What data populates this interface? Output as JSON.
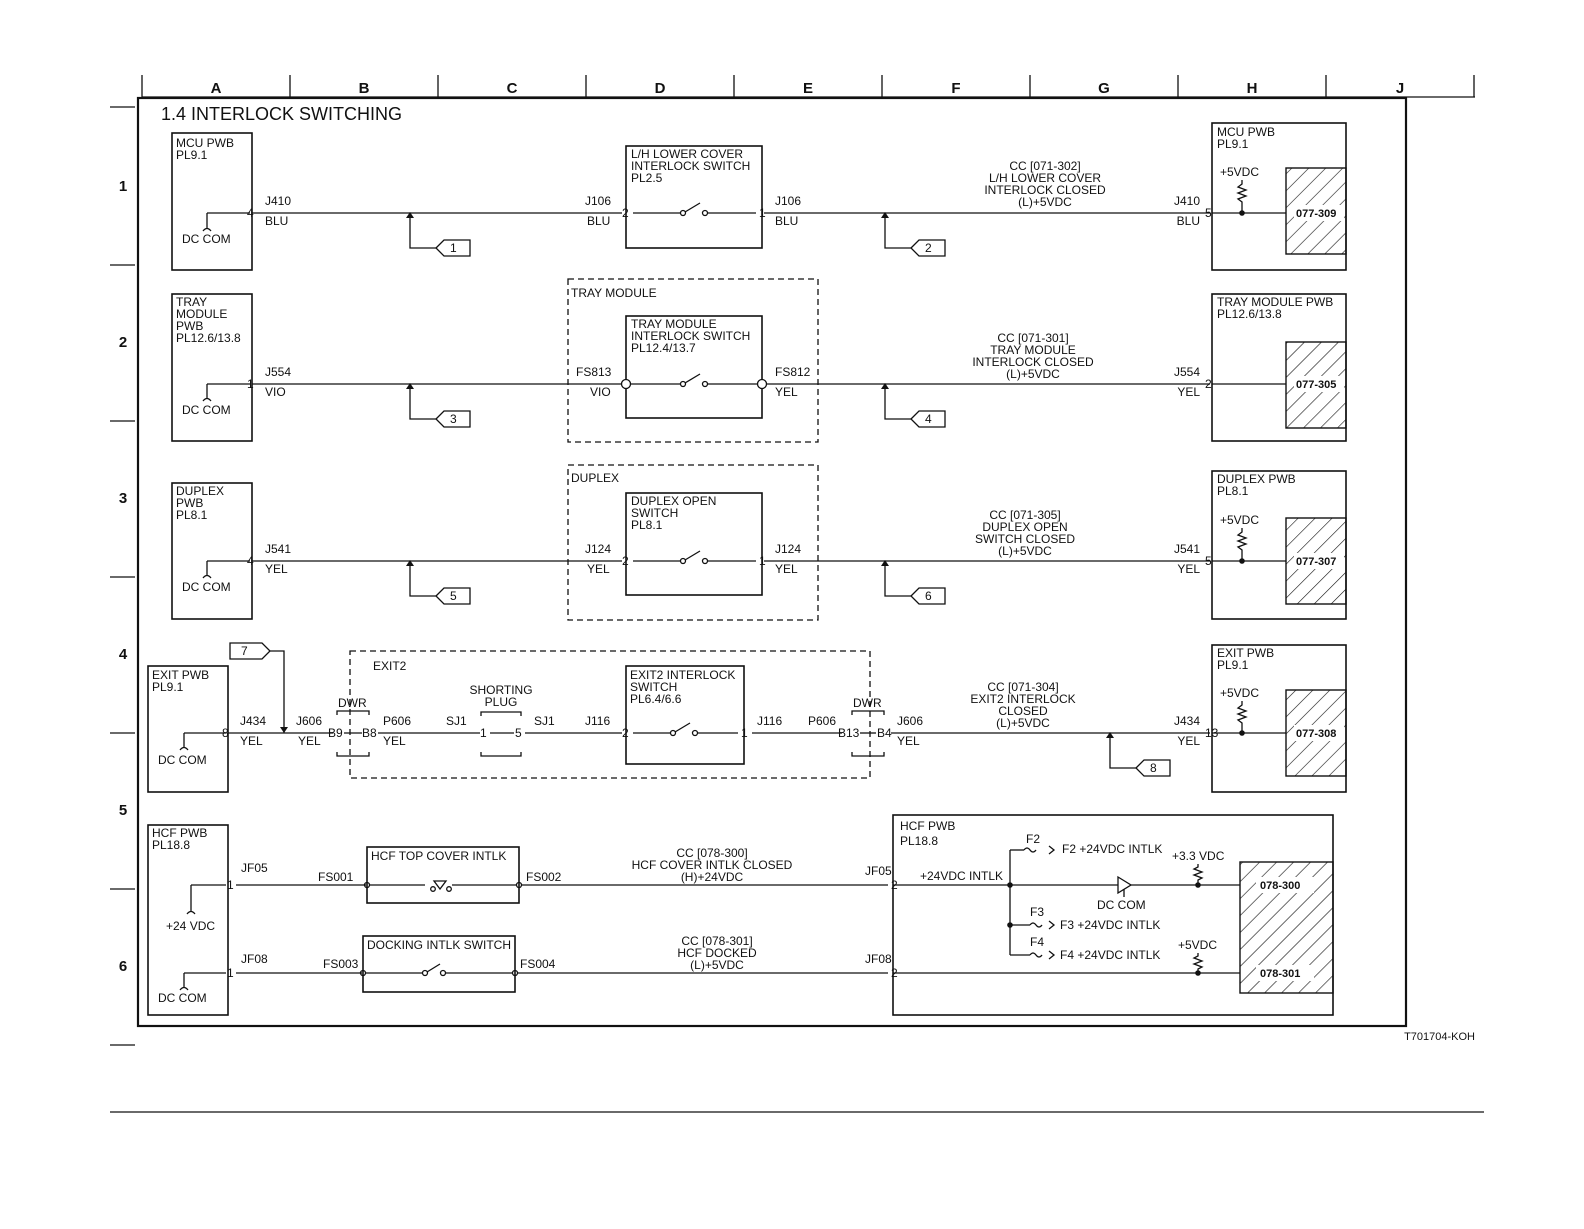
{
  "title": "1.4 INTERLOCK SWITCHING",
  "footer_code": "T701704-KOH",
  "columns": [
    "A",
    "B",
    "C",
    "D",
    "E",
    "F",
    "G",
    "H",
    "J"
  ],
  "rows": [
    "1",
    "2",
    "3",
    "4",
    "5",
    "6"
  ],
  "circuits": [
    {
      "left_board": "MCU PWB",
      "left_board_pl": "PL9.1",
      "left_ground": "DC COM",
      "left_pin": "4",
      "left_conn": "J410",
      "left_wire": "BLU",
      "switch_name": "L/H LOWER COVER",
      "switch_name2": "INTERLOCK SWITCH",
      "switch_pl": "PL2.5",
      "switch_conn_left": "J106",
      "switch_pin_left": "2",
      "switch_wire_left": "BLU",
      "switch_conn_right": "J106",
      "switch_pin_right": "1",
      "switch_wire_right": "BLU",
      "cc_code": "CC [071-302]",
      "cc_line2": "L/H LOWER COVER",
      "cc_line3": "INTERLOCK  CLOSED",
      "cc_line4": "(L)+5VDC",
      "right_conn": "J410",
      "right_wire": "BLU",
      "right_pin": "5",
      "right_board": "MCU PWB",
      "right_board_pl": "PL9.1",
      "voltage": "+5VDC",
      "chain_code": "077-309",
      "flag_left": "1",
      "flag_right": "2"
    },
    {
      "module_label": "TRAY MODULE",
      "left_board": "TRAY",
      "left_board2": "MODULE",
      "left_board3": "PWB",
      "left_board_pl": "PL12.6/13.8",
      "left_ground": "DC COM",
      "left_pin": "1",
      "left_conn": "J554",
      "left_wire": "VIO",
      "switch_name": "TRAY MODULE",
      "switch_name2": "INTERLOCK SWITCH",
      "switch_pl": "PL12.4/13.7",
      "switch_conn_left": "FS813",
      "switch_wire_left": "VIO",
      "switch_conn_right": "FS812",
      "switch_wire_right": "YEL",
      "cc_code": "CC [071-301]",
      "cc_line2": "TRAY MODULE",
      "cc_line3": "INTERLOCK CLOSED",
      "cc_line4": "(L)+5VDC",
      "right_conn": "J554",
      "right_wire": "YEL",
      "right_pin": "2",
      "right_board": "TRAY MODULE PWB",
      "right_board_pl": "PL12.6/13.8",
      "chain_code": "077-305",
      "flag_left": "3",
      "flag_right": "4"
    },
    {
      "module_label": "DUPLEX",
      "left_board": "DUPLEX",
      "left_board2": "PWB",
      "left_board_pl": "PL8.1",
      "left_ground": "DC COM",
      "left_pin": "4",
      "left_conn": "J541",
      "left_wire": "YEL",
      "switch_name": "DUPLEX OPEN",
      "switch_name2": "SWITCH",
      "switch_pl": "PL8.1",
      "switch_conn_left": "J124",
      "switch_pin_left": "2",
      "switch_wire_left": "YEL",
      "switch_conn_right": "J124",
      "switch_pin_right": "1",
      "switch_wire_right": "YEL",
      "cc_code": "CC [071-305]",
      "cc_line2": "DUPLEX OPEN",
      "cc_line3": "SWITCH CLOSED",
      "cc_line4": "(L)+5VDC",
      "right_conn": "J541",
      "right_wire": "YEL",
      "right_pin": "5",
      "right_board": "DUPLEX PWB",
      "right_board_pl": "PL8.1",
      "voltage": "+5VDC",
      "chain_code": "077-307",
      "flag_left": "5",
      "flag_right": "6"
    }
  ],
  "exit": {
    "flag_top": "7",
    "flag_right": "8",
    "left_board": "EXIT PWB",
    "left_board_pl": "PL9.1",
    "left_ground": "DC COM",
    "left_pin": "8",
    "left_conn": "J434",
    "left_wire": "YEL",
    "j606_left": "J606",
    "j606_left_wire": "YEL",
    "module_label": "EXIT2",
    "dwr_left": "DWR",
    "dwr_left_pin_a": "B9",
    "dwr_left_pin_b": "B8",
    "p606_left": "P606",
    "p606_left_wire": "YEL",
    "sj1_left": "SJ1",
    "shorting_plug": "SHORTING",
    "shorting_plug2": "PLUG",
    "plug_pin_left": "1",
    "plug_pin_right": "5",
    "sj1_right": "SJ1",
    "j116_left": "J116",
    "switch_name": "EXIT2 INTERLOCK",
    "switch_name2": "SWITCH",
    "switch_pl": "PL6.4/6.6",
    "switch_pin_left": "2",
    "switch_pin_right": "1",
    "j116_right": "J116",
    "p606_right": "P606",
    "dwr_right": "DWR",
    "dwr_right_pin_a": "B13",
    "dwr_right_pin_b": "B4",
    "j606_right": "J606",
    "j606_right_wire": "YEL",
    "cc_code": "CC [071-304]",
    "cc_line2": "EXIT2 INTERLOCK",
    "cc_line3": "CLOSED",
    "cc_line4": "(L)+5VDC",
    "right_conn": "J434",
    "right_wire": "YEL",
    "right_pin": "13",
    "right_board": "EXIT PWB",
    "right_board_pl": "PL9.1",
    "voltage": "+5VDC",
    "chain_code": "077-308"
  },
  "hcf": {
    "left_board": "HCF PWB",
    "left_board_pl": "PL18.8",
    "left_supply": "+24 VDC",
    "left_ground": "DC COM",
    "top_conn": "JF05",
    "top_pin": "1",
    "top_sw_left": "FS001",
    "top_sw_name": "HCF TOP COVER INTLK",
    "top_sw_right": "FS002",
    "top_cc_code": "CC [078-300]",
    "top_cc_line2": "HCF COVER INTLK CLOSED",
    "top_cc_line3": "(H)+24VDC",
    "top_right_conn": "JF05",
    "top_right_pin": "2",
    "bot_conn": "JF08",
    "bot_pin": "1",
    "bot_sw_left": "FS003",
    "bot_sw_name": "DOCKING INTLK SWITCH",
    "bot_sw_right": "FS004",
    "bot_cc_code": "CC [078-301]",
    "bot_cc_line2": "HCF DOCKED",
    "bot_cc_line3": "(L)+5VDC",
    "bot_right_conn": "JF08",
    "bot_right_pin": "2",
    "right_board": "HCF PWB",
    "right_board_pl": "PL18.8",
    "intlk_label": "+24VDC INTLK",
    "f2_label": "F2",
    "f2_text": "F2  +24VDC INTLK",
    "f3_label": "F3",
    "f3_text": "F3 +24VDC INTLK",
    "f4_label": "F4",
    "f4_text": "F4 +24VDC INTLK",
    "v33_label": "+3.3 VDC",
    "buffer_ground": "DC COM",
    "v5_label": "+5VDC",
    "chain_code_top": "078-300",
    "chain_code_bot": "078-301"
  }
}
